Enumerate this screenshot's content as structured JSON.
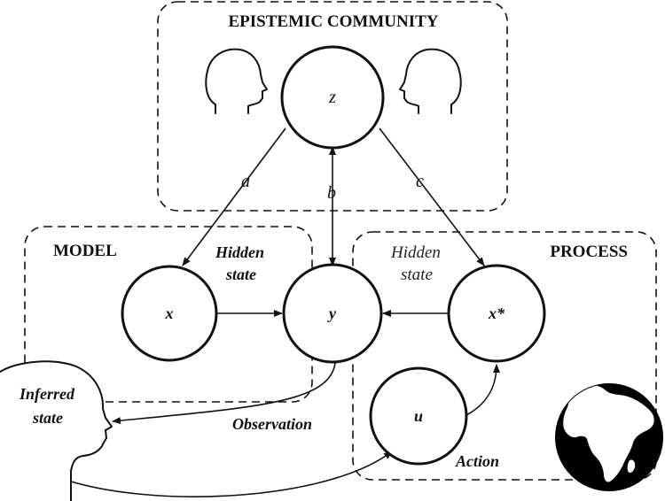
{
  "groups": {
    "community": "EPISTEMIC COMMUNITY",
    "model": "MODEL",
    "process": "PROCESS"
  },
  "nodes": {
    "z": "z",
    "x": "x",
    "y": "y",
    "xstar": "x*",
    "u": "u"
  },
  "edge_labels": {
    "a": "a",
    "b": "b",
    "c": "c"
  },
  "labels": {
    "model_hidden_1": "Hidden",
    "model_hidden_2": "state",
    "process_hidden_1": "Hidden",
    "process_hidden_2": "state",
    "inferred_1": "Inferred",
    "inferred_2": "state",
    "observation": "Observation",
    "action": "Action"
  },
  "icons": [
    "head-profile-icon",
    "earth-globe-icon"
  ],
  "colors": {
    "ink": "#111111",
    "background": "#ffffff"
  }
}
